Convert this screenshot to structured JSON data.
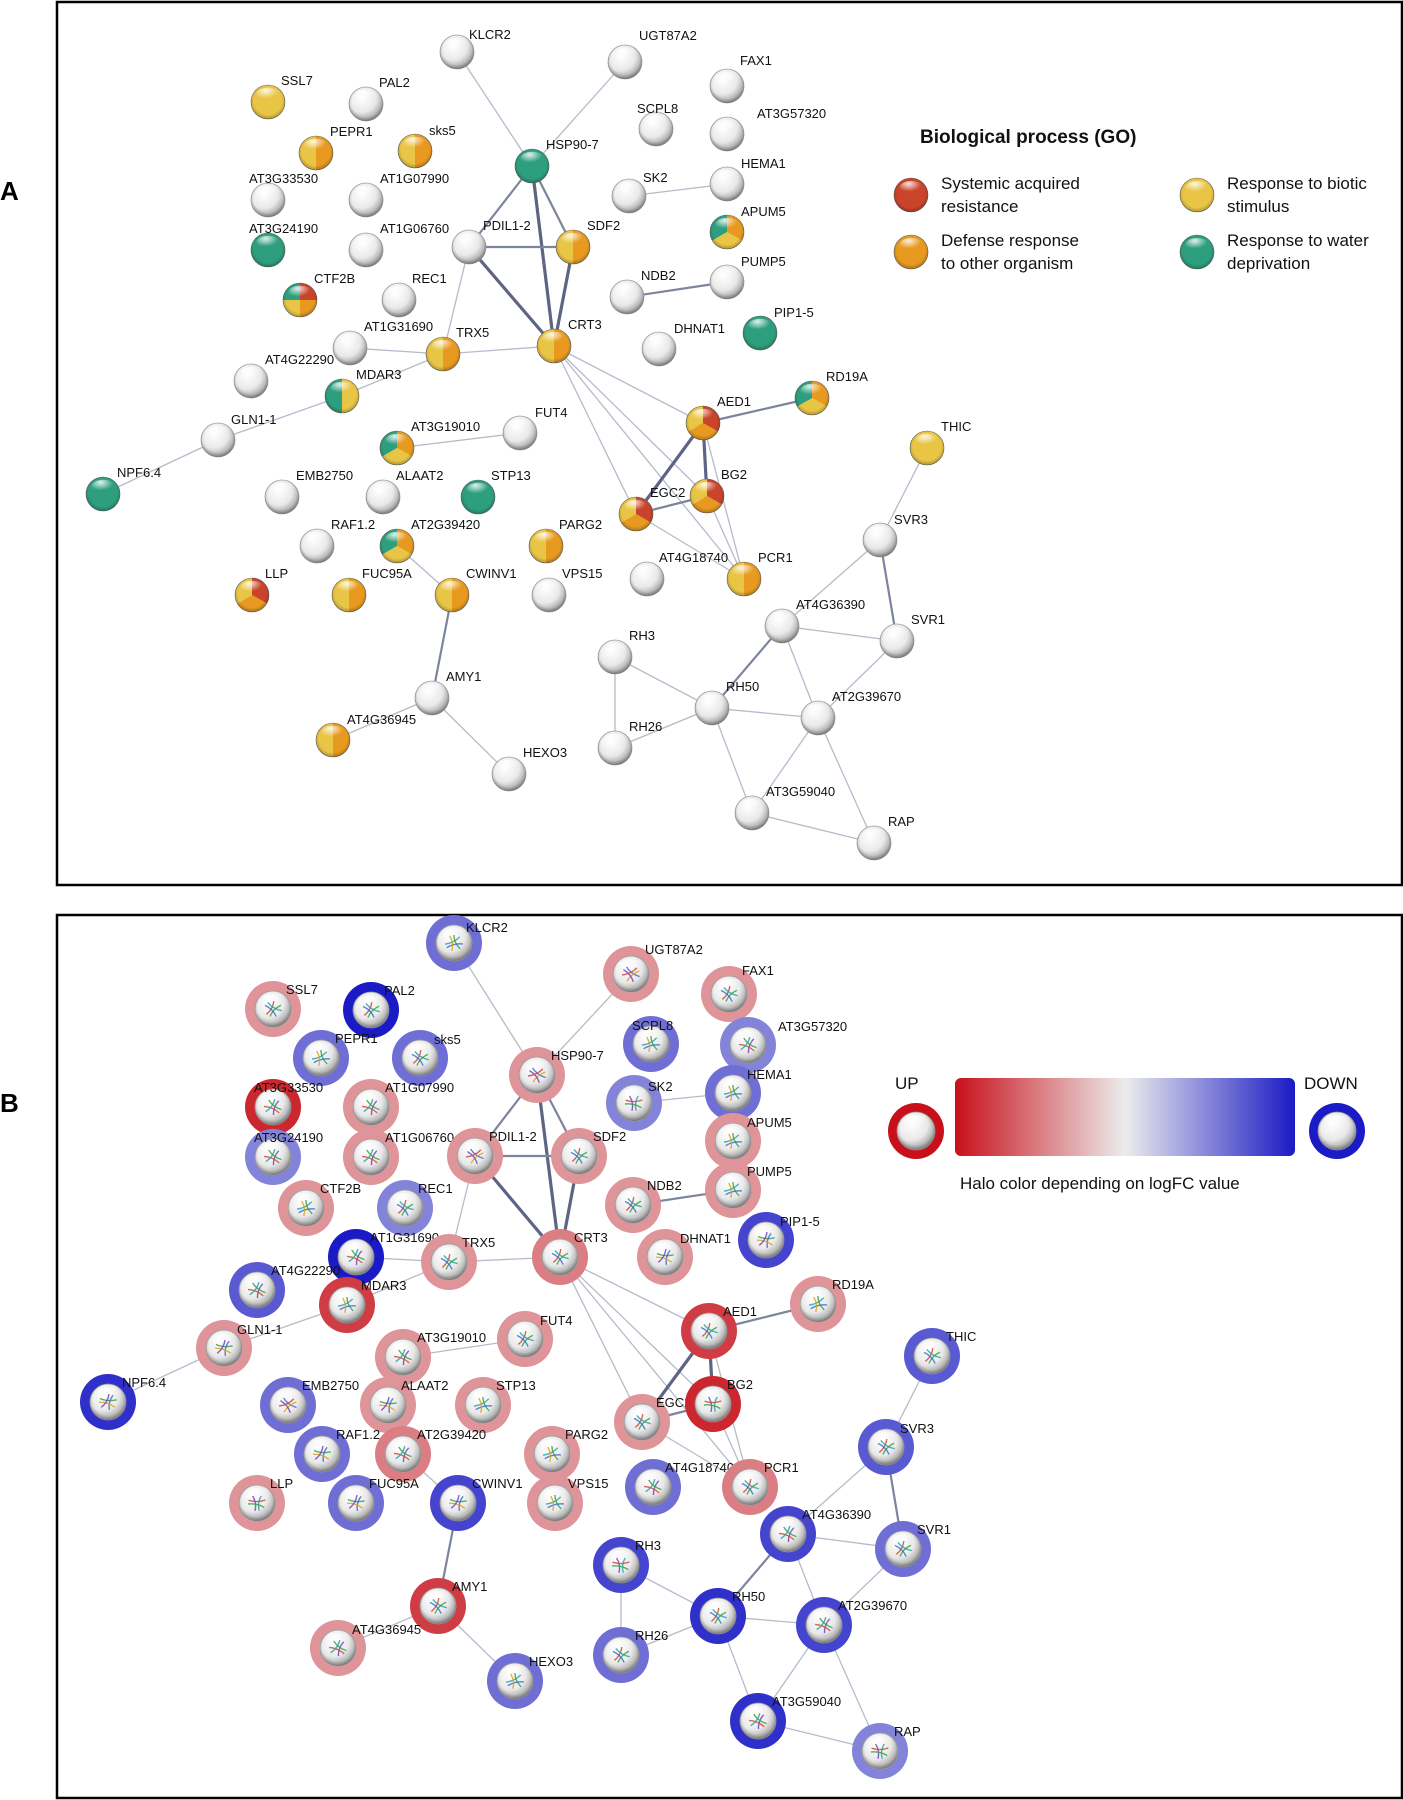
{
  "panel_labels": {
    "a": "A",
    "b": "B"
  },
  "legend_a": {
    "title": "Biological process (GO)",
    "items": [
      {
        "id": "sar",
        "lines": [
          "Systemic acquired",
          "resistance"
        ],
        "color": "#c9442b"
      },
      {
        "id": "def",
        "lines": [
          "Defense response",
          "to other organism"
        ],
        "color": "#e79a1f"
      },
      {
        "id": "bio",
        "lines": [
          "Response to biotic",
          "stimulus"
        ],
        "color": "#e9c545"
      },
      {
        "id": "water",
        "lines": [
          "Response to water",
          "deprivation"
        ],
        "color": "#2e9f7e"
      }
    ]
  },
  "legend_b": {
    "up": "UP",
    "down": "DOWN",
    "caption": "Halo color depending on logFC value",
    "up_color": "#c8101a",
    "down_color": "#1a1ac6",
    "mid_color": "#ececec"
  },
  "nodes": [
    {
      "id": "KLCR2",
      "label": "KLCR2",
      "a": [],
      "halo": -0.6
    },
    {
      "id": "UGT87A2",
      "label": "UGT87A2",
      "a": [],
      "halo": 0.4
    },
    {
      "id": "FAX1",
      "label": "FAX1",
      "a": [],
      "halo": 0.4
    },
    {
      "id": "SSL7",
      "label": "SSL7",
      "a": [
        "bio"
      ],
      "halo": 0.4
    },
    {
      "id": "PAL2",
      "label": "PAL2",
      "a": [],
      "halo": -1.0
    },
    {
      "id": "SCPL8",
      "label": "SCPL8",
      "a": [],
      "halo": -0.6
    },
    {
      "id": "AT3G57320",
      "label": "AT3G57320",
      "a": [],
      "halo": -0.5
    },
    {
      "id": "PEPR1",
      "label": "PEPR1",
      "a": [
        "def",
        "bio"
      ],
      "halo": -0.6
    },
    {
      "id": "sks5",
      "label": "sks5",
      "a": [
        "def",
        "bio"
      ],
      "halo": -0.6
    },
    {
      "id": "HSP90-7",
      "label": "HSP90-7",
      "a": [
        "water"
      ],
      "halo": 0.4
    },
    {
      "id": "SK2",
      "label": "SK2",
      "a": [],
      "halo": -0.5
    },
    {
      "id": "HEMA1",
      "label": "HEMA1",
      "a": [],
      "halo": -0.6
    },
    {
      "id": "AT3G33530",
      "label": "AT3G33530",
      "a": [],
      "halo": 0.9
    },
    {
      "id": "AT1G07990",
      "label": "AT1G07990",
      "a": [],
      "halo": 0.4
    },
    {
      "id": "APUM5",
      "label": "APUM5",
      "a": [
        "def",
        "bio",
        "water"
      ],
      "halo": 0.4
    },
    {
      "id": "AT3G24190",
      "label": "AT3G24190",
      "a": [
        "water"
      ],
      "halo": -0.5
    },
    {
      "id": "AT1G06760",
      "label": "AT1G06760",
      "a": [],
      "halo": 0.4
    },
    {
      "id": "PDIL1-2",
      "label": "PDIL1-2",
      "a": [],
      "halo": 0.4
    },
    {
      "id": "SDF2",
      "label": "SDF2",
      "a": [
        "def",
        "bio"
      ],
      "halo": 0.4
    },
    {
      "id": "CTF2B",
      "label": "CTF2B",
      "a": [
        "sar",
        "def",
        "bio",
        "water"
      ],
      "halo": 0.4
    },
    {
      "id": "REC1",
      "label": "REC1",
      "a": [],
      "halo": -0.5
    },
    {
      "id": "NDB2",
      "label": "NDB2",
      "a": [],
      "halo": 0.4
    },
    {
      "id": "PUMP5",
      "label": "PUMP5",
      "a": [],
      "halo": 0.4
    },
    {
      "id": "PIP1-5",
      "label": "PIP1-5",
      "a": [
        "water"
      ],
      "halo": -0.8
    },
    {
      "id": "AT1G31690",
      "label": "AT1G31690",
      "a": [],
      "halo": -1.0
    },
    {
      "id": "TRX5",
      "label": "TRX5",
      "a": [
        "def",
        "bio"
      ],
      "halo": 0.4
    },
    {
      "id": "CRT3",
      "label": "CRT3",
      "a": [
        "def",
        "bio"
      ],
      "halo": 0.5
    },
    {
      "id": "DHNAT1",
      "label": "DHNAT1",
      "a": [],
      "halo": 0.4
    },
    {
      "id": "AT4G22290",
      "label": "AT4G22290",
      "a": [],
      "halo": -0.7
    },
    {
      "id": "MDAR3",
      "label": "MDAR3",
      "a": [
        "bio",
        "water"
      ],
      "halo": 0.8
    },
    {
      "id": "RD19A",
      "label": "RD19A",
      "a": [
        "def",
        "bio",
        "water"
      ],
      "halo": 0.4
    },
    {
      "id": "AED1",
      "label": "AED1",
      "a": [
        "sar",
        "def",
        "bio"
      ],
      "halo": 0.8
    },
    {
      "id": "GLN1-1",
      "label": "GLN1-1",
      "a": [],
      "halo": 0.4
    },
    {
      "id": "FUT4",
      "label": "FUT4",
      "a": [],
      "halo": 0.4
    },
    {
      "id": "AT3G19010",
      "label": "AT3G19010",
      "a": [
        "def",
        "bio",
        "water"
      ],
      "halo": 0.4
    },
    {
      "id": "THIC",
      "label": "THIC",
      "a": [
        "bio"
      ],
      "halo": -0.7
    },
    {
      "id": "NPF6.4",
      "label": "NPF6.4",
      "a": [
        "water"
      ],
      "halo": -0.9
    },
    {
      "id": "EMB2750",
      "label": "EMB2750",
      "a": [],
      "halo": -0.6
    },
    {
      "id": "ALAAT2",
      "label": "ALAAT2",
      "a": [],
      "halo": 0.4
    },
    {
      "id": "STP13",
      "label": "STP13",
      "a": [
        "water"
      ],
      "halo": 0.4
    },
    {
      "id": "EGC2",
      "label": "EGC2",
      "a": [
        "sar",
        "def",
        "bio"
      ],
      "halo": 0.4
    },
    {
      "id": "BG2",
      "label": "BG2",
      "a": [
        "sar",
        "def",
        "bio"
      ],
      "halo": 0.9
    },
    {
      "id": "RAF1.2",
      "label": "RAF1.2",
      "a": [],
      "halo": -0.6
    },
    {
      "id": "AT2G39420",
      "label": "AT2G39420",
      "a": [
        "def",
        "bio",
        "water"
      ],
      "halo": 0.5
    },
    {
      "id": "PARG2",
      "label": "PARG2",
      "a": [
        "def",
        "bio"
      ],
      "halo": 0.4
    },
    {
      "id": "SVR3",
      "label": "SVR3",
      "a": [],
      "halo": -0.7
    },
    {
      "id": "AT4G18740",
      "label": "AT4G18740",
      "a": [],
      "halo": -0.6
    },
    {
      "id": "PCR1",
      "label": "PCR1",
      "a": [
        "def",
        "bio"
      ],
      "halo": 0.5
    },
    {
      "id": "LLP",
      "label": "LLP",
      "a": [
        "sar",
        "def",
        "bio"
      ],
      "halo": 0.4
    },
    {
      "id": "FUC95A",
      "label": "FUC95A",
      "a": [
        "def",
        "bio"
      ],
      "halo": -0.6
    },
    {
      "id": "CWINV1",
      "label": "CWINV1",
      "a": [
        "def",
        "bio"
      ],
      "halo": -0.8
    },
    {
      "id": "VPS15",
      "label": "VPS15",
      "a": [],
      "halo": 0.4
    },
    {
      "id": "AT4G36390",
      "label": "AT4G36390",
      "a": [],
      "halo": -0.8
    },
    {
      "id": "SVR1",
      "label": "SVR1",
      "a": [],
      "halo": -0.6
    },
    {
      "id": "RH3",
      "label": "RH3",
      "a": [],
      "halo": -0.8
    },
    {
      "id": "AMY1",
      "label": "AMY1",
      "a": [],
      "halo": 0.8
    },
    {
      "id": "RH50",
      "label": "RH50",
      "a": [],
      "halo": -0.9
    },
    {
      "id": "AT2G39670",
      "label": "AT2G39670",
      "a": [],
      "halo": -0.8
    },
    {
      "id": "AT4G36945",
      "label": "AT4G36945",
      "a": [
        "def",
        "bio"
      ],
      "halo": 0.4
    },
    {
      "id": "RH26",
      "label": "RH26",
      "a": [],
      "halo": -0.6
    },
    {
      "id": "HEXO3",
      "label": "HEXO3",
      "a": [],
      "halo": -0.6
    },
    {
      "id": "AT3G59040",
      "label": "AT3G59040",
      "a": [],
      "halo": -0.9
    },
    {
      "id": "RAP",
      "label": "RAP",
      "a": [],
      "halo": -0.5
    }
  ],
  "edges": [
    [
      "KLCR2",
      "HSP90-7",
      1
    ],
    [
      "UGT87A2",
      "HSP90-7",
      1
    ],
    [
      "HSP90-7",
      "PDIL1-2",
      2
    ],
    [
      "HSP90-7",
      "SDF2",
      2
    ],
    [
      "HSP90-7",
      "CRT3",
      3
    ],
    [
      "PDIL1-2",
      "SDF2",
      2
    ],
    [
      "PDIL1-2",
      "CRT3",
      3
    ],
    [
      "SDF2",
      "CRT3",
      3
    ],
    [
      "PDIL1-2",
      "TRX5",
      1
    ],
    [
      "TRX5",
      "CRT3",
      1
    ],
    [
      "TRX5",
      "MDAR3",
      1
    ],
    [
      "AT1G31690",
      "TRX5",
      1
    ],
    [
      "MDAR3",
      "GLN1-1",
      1
    ],
    [
      "GLN1-1",
      "NPF6.4",
      1
    ],
    [
      "SK2",
      "HEMA1",
      1
    ],
    [
      "NDB2",
      "PUMP5",
      2
    ],
    [
      "CRT3",
      "AED1",
      1
    ],
    [
      "CRT3",
      "BG2",
      1
    ],
    [
      "CRT3",
      "EGC2",
      1
    ],
    [
      "CRT3",
      "PCR1",
      1
    ],
    [
      "AED1",
      "RD19A",
      2
    ],
    [
      "AED1",
      "BG2",
      3
    ],
    [
      "AED1",
      "EGC2",
      3
    ],
    [
      "BG2",
      "EGC2",
      2
    ],
    [
      "AED1",
      "PCR1",
      1
    ],
    [
      "EGC2",
      "PCR1",
      1
    ],
    [
      "BG2",
      "PCR1",
      1
    ],
    [
      "AT3G19010",
      "FUT4",
      1
    ],
    [
      "AT2G39420",
      "CWINV1",
      1
    ],
    [
      "CWINV1",
      "AMY1",
      2
    ],
    [
      "AMY1",
      "AT4G36945",
      1
    ],
    [
      "AMY1",
      "HEXO3",
      1
    ],
    [
      "THIC",
      "SVR3",
      1
    ],
    [
      "SVR3",
      "AT4G36390",
      1
    ],
    [
      "SVR3",
      "SVR1",
      2
    ],
    [
      "AT4G36390",
      "SVR1",
      1
    ],
    [
      "AT4G36390",
      "RH50",
      2
    ],
    [
      "AT4G36390",
      "AT2G39670",
      1
    ],
    [
      "SVR1",
      "AT2G39670",
      1
    ],
    [
      "RH3",
      "RH50",
      1
    ],
    [
      "RH3",
      "RH26",
      1
    ],
    [
      "RH26",
      "RH50",
      1
    ],
    [
      "RH50",
      "AT2G39670",
      1
    ],
    [
      "RH50",
      "AT3G59040",
      1
    ],
    [
      "AT2G39670",
      "AT3G59040",
      1
    ],
    [
      "AT2G39670",
      "RAP",
      1
    ],
    [
      "AT3G59040",
      "RAP",
      1
    ]
  ]
}
